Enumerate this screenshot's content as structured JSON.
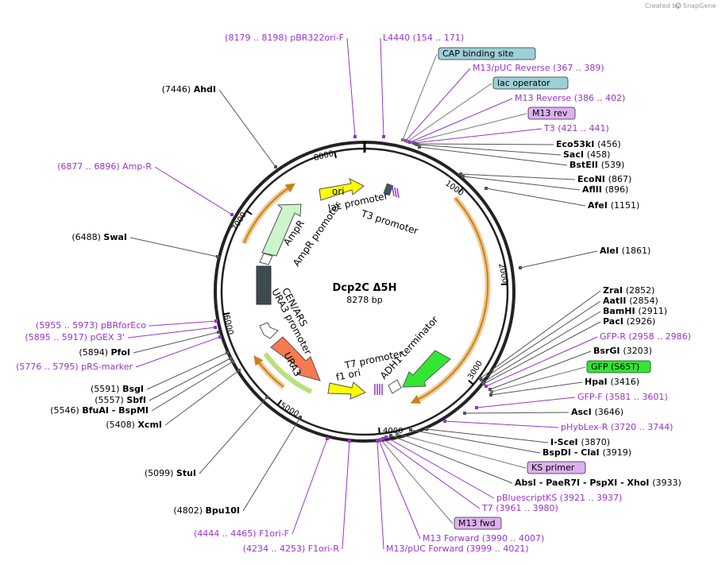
{
  "credit": {
    "prefix": "Created by",
    "brand": "SnapGene"
  },
  "plasmid": {
    "name": "Dcp2C Δ5H",
    "length": "8278 bp"
  },
  "ticks": [
    "1000",
    "2000",
    "3000",
    "4000",
    "5000",
    "6000",
    "7000",
    "8000"
  ],
  "features": {
    "ori": "ori",
    "lac_promoter": "lac promoter",
    "t3_promoter": "T3 promoter",
    "ampr": "AmpR",
    "ampr_promoter": "AmpR promoter",
    "cen_ars": "CEN/ARS",
    "ura3_promoter": "URA3 promoter",
    "ura3": "URA3",
    "t7_promoter": "T7 promoter",
    "f1_ori": "f1 ori",
    "adh1_terminator": "ADH1 terminator"
  },
  "left_labels": [
    {
      "kind": "primer",
      "range": "(8179 .. 8198)",
      "name": "pBR322ori-F"
    },
    {
      "kind": "enzyme",
      "range": "(7446)",
      "name": "AhdI"
    },
    {
      "kind": "primer",
      "range": "(6877 .. 6896)",
      "name": "Amp-R"
    },
    {
      "kind": "enzyme",
      "range": "(6488)",
      "name": "SwaI"
    },
    {
      "kind": "primer",
      "range": "(5955 .. 5973)",
      "name": "pBRforEco"
    },
    {
      "kind": "primer",
      "range": "(5895 .. 5917)",
      "name": "pGEX 3'"
    },
    {
      "kind": "enzyme",
      "range": "(5894)",
      "name": "PfoI"
    },
    {
      "kind": "primer",
      "range": "(5776 .. 5795)",
      "name": "pRS-marker"
    },
    {
      "kind": "enzyme",
      "range": "(5591)",
      "name": "BsgI"
    },
    {
      "kind": "enzyme",
      "range": "(5557)",
      "name": "SbfI"
    },
    {
      "kind": "enzyme",
      "range": "(5546)",
      "name": "BfuAI  -  BspMI"
    },
    {
      "kind": "enzyme",
      "range": "(5408)",
      "name": "XcmI"
    },
    {
      "kind": "enzyme",
      "range": "(5099)",
      "name": "StuI"
    },
    {
      "kind": "enzyme",
      "range": "(4802)",
      "name": "Bpu10I"
    },
    {
      "kind": "primer",
      "range": "(4444 .. 4465)",
      "name": "F1ori-F"
    },
    {
      "kind": "primer",
      "range": "(4234 .. 4253)",
      "name": "F1ori-R"
    }
  ],
  "right_labels": [
    {
      "kind": "primer",
      "name": "L4440",
      "range": "(154 .. 171)"
    },
    {
      "kind": "tag",
      "name": "CAP binding site",
      "color": "#9ccfd6"
    },
    {
      "kind": "primer",
      "name": "M13/pUC Reverse",
      "range": "(367 .. 389)"
    },
    {
      "kind": "tag",
      "name": "lac operator",
      "color": "#9ccfd6"
    },
    {
      "kind": "primer",
      "name": "M13 Reverse",
      "range": "(386 .. 402)"
    },
    {
      "kind": "tag",
      "name": "M13 rev",
      "color": "#ddb0ee"
    },
    {
      "kind": "primer",
      "name": "T3",
      "range": "(421 .. 441)"
    },
    {
      "kind": "enzyme",
      "name": "Eco53kI",
      "range": "(456)"
    },
    {
      "kind": "enzyme",
      "name": "SacI",
      "range": "(458)"
    },
    {
      "kind": "enzyme",
      "name": "BstEII",
      "range": "(539)"
    },
    {
      "kind": "enzyme",
      "name": "EcoNI",
      "range": "(867)"
    },
    {
      "kind": "enzyme",
      "name": "AflII",
      "range": "(896)"
    },
    {
      "kind": "enzyme",
      "name": "AfeI",
      "range": "(1151)"
    },
    {
      "kind": "enzyme",
      "name": "AleI",
      "range": "(1861)"
    },
    {
      "kind": "enzyme",
      "name": "ZraI",
      "range": "(2852)"
    },
    {
      "kind": "enzyme",
      "name": "AatII",
      "range": "(2854)"
    },
    {
      "kind": "enzyme",
      "name": "BamHI",
      "range": "(2911)"
    },
    {
      "kind": "enzyme",
      "name": "PacI",
      "range": "(2926)"
    },
    {
      "kind": "primer",
      "name": "GFP-R",
      "range": "(2958 .. 2986)"
    },
    {
      "kind": "enzyme",
      "name": "BsrGI",
      "range": "(3203)"
    },
    {
      "kind": "tag",
      "name": "GFP (S65T)",
      "color": "#33e633"
    },
    {
      "kind": "enzyme",
      "name": "HpaI",
      "range": "(3416)"
    },
    {
      "kind": "primer",
      "name": "GFP-F",
      "range": "(3581 .. 3601)"
    },
    {
      "kind": "enzyme",
      "name": "AscI",
      "range": "(3646)"
    },
    {
      "kind": "primer",
      "name": "pHybLex-R",
      "range": "(3720 .. 3744)"
    },
    {
      "kind": "enzyme",
      "name": "I-SceI",
      "range": "(3870)"
    },
    {
      "kind": "enzyme",
      "name": "BspDI  -  ClaI",
      "range": "(3919)"
    },
    {
      "kind": "tag",
      "name": "KS primer",
      "color": "#ddb0ee"
    },
    {
      "kind": "enzyme",
      "name": "AbsI  -  PaeR7I  -  PspXI  -  XhoI",
      "range": "(3933)"
    },
    {
      "kind": "primer",
      "name": "pBluescriptKS",
      "range": "(3921 .. 3937)"
    },
    {
      "kind": "primer",
      "name": "T7",
      "range": "(3961 .. 3980)"
    },
    {
      "kind": "tag",
      "name": "M13 fwd",
      "color": "#ddb0ee"
    },
    {
      "kind": "primer",
      "name": "M13 Forward",
      "range": "(3990 .. 4007)"
    },
    {
      "kind": "primer",
      "name": "M13/pUC Forward",
      "range": "(3999 .. 4021)"
    }
  ]
}
